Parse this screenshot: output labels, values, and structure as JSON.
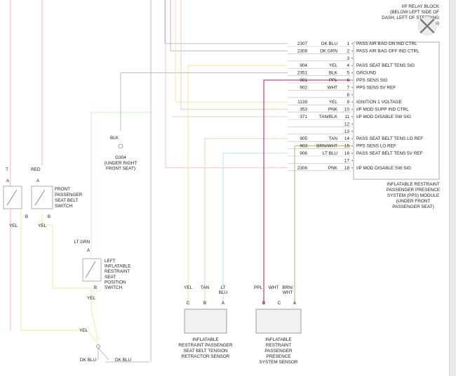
{
  "module": {
    "header_lines": [
      "I/P RELAY BLOCK",
      "(BELOW LEFT SIDE OF",
      "DASH, LEFT OF STEERING",
      "COLUMN)"
    ],
    "caption_lines": [
      "INFLATABLE RESTRAINT",
      "PASSENGER PRESENCE",
      "SYSTEM (PPS) MODULE",
      "(UNDER FRONT",
      "PASSENGER SEAT)"
    ],
    "pins": [
      {
        "num": "1",
        "circuit": "2307",
        "color": "DK BLU",
        "func": "PASS AIR BAG ON IND CTRL"
      },
      {
        "num": "2",
        "circuit": "2308",
        "color": "DK GRN",
        "func": "PASS AIR BAG OFF IND CTRL"
      },
      {
        "num": "3",
        "circuit": "",
        "color": "",
        "func": ""
      },
      {
        "num": "4",
        "circuit": "904",
        "color": "YEL",
        "func": "PASS SEAT BELT TENS SIG"
      },
      {
        "num": "5",
        "circuit": "2351",
        "color": "BLK",
        "func": "GROUND"
      },
      {
        "num": "6",
        "circuit": "901",
        "color": "PPL",
        "func": "PPS SENS SIG"
      },
      {
        "num": "7",
        "circuit": "902",
        "color": "WHT",
        "func": "PPS SENS 5V REF"
      },
      {
        "num": "8",
        "circuit": "",
        "color": "",
        "func": ""
      },
      {
        "num": "9",
        "circuit": "1139",
        "color": "YEL",
        "func": "IGNITION 1 VOLTAGE"
      },
      {
        "num": "10",
        "circuit": "353",
        "color": "PNK",
        "func": "I/P MOD SUPP IND CTRL"
      },
      {
        "num": "11",
        "circuit": "371",
        "color": "TAN/BLK",
        "func": "I/P MOD DISABLE SW SIG"
      },
      {
        "num": "12",
        "circuit": "",
        "color": "",
        "func": ""
      },
      {
        "num": "13",
        "circuit": "",
        "color": "",
        "func": ""
      },
      {
        "num": "14",
        "circuit": "905",
        "color": "TAN",
        "func": "PASS SEAT BELT TENS LO REF"
      },
      {
        "num": "15",
        "circuit": "903",
        "color": "BRN/WHT",
        "func": "PPS SENS LO REF"
      },
      {
        "num": "16",
        "circuit": "906",
        "color": "LT BLU",
        "func": "PASS SEAT BELT TENS 5V REF"
      },
      {
        "num": "17",
        "circuit": "",
        "color": "",
        "func": ""
      },
      {
        "num": "18",
        "circuit": "2306",
        "color": "PNK",
        "func": "I/P MOD DISABLE SW SIG"
      }
    ]
  },
  "ground": {
    "wire": "BLK",
    "id": "G304",
    "location_lines": [
      "(UNDER RIGHT",
      "FRONT SEAT)"
    ]
  },
  "left": {
    "wire_t": "T",
    "wire_red": "RED",
    "front_switch_lines": [
      "FRONT",
      "PASSENGER",
      "SEAT BELT",
      "SWITCH"
    ],
    "pin_a": "A",
    "pin_b": "B",
    "yel_left": "YEL",
    "yel_mid": "YEL",
    "lt_grn": "LT GRN",
    "pos_switch_lines": [
      "LEFT",
      "INFLATABLE",
      "RESTRAINT",
      "SEAT",
      "POSITION",
      "SWITCH"
    ],
    "pos_yel": "YEL",
    "bottom_yel": "YEL",
    "dk_blu_left": "DK BLU",
    "dk_blu_right": "DK BLU"
  },
  "tension_sensor": {
    "pins": [
      {
        "letter": "C",
        "wire": "YEL"
      },
      {
        "letter": "B",
        "wire": "TAN"
      },
      {
        "letter": "A",
        "wire_lines": [
          "LT",
          "BLU"
        ]
      }
    ],
    "caption_lines": [
      "INFLATABLE",
      "RESTRAINT PASSENGER",
      "SEAT BELT TENSION",
      "RETRACTOR SENSOR"
    ]
  },
  "presence_sensor": {
    "pins": [
      {
        "letter": "B",
        "wire": "PPL"
      },
      {
        "letter": "C",
        "wire": "WHT"
      },
      {
        "letter": "A",
        "wire_lines": [
          "BRN/",
          "WHT"
        ]
      }
    ],
    "caption_lines": [
      "INFLATABLE",
      "RESTRAINT",
      "PASSENGER",
      "PRESENCE",
      "SYSTEM SENSOR"
    ]
  },
  "colors": {
    "highlight": "#f2f23a",
    "ppl_wire": "#d0115f",
    "yel_wire": "#ecec9e",
    "pnk_wire": "#f3c6cc",
    "tan_wire": "#e6d6b8",
    "ltblu_wire": "#b9e2ec",
    "ltgrn_wire": "#cfeccf",
    "red_wire": "#f1b6b6",
    "gray_wire": "#bdbdbd"
  },
  "close_icon": "close-icon"
}
